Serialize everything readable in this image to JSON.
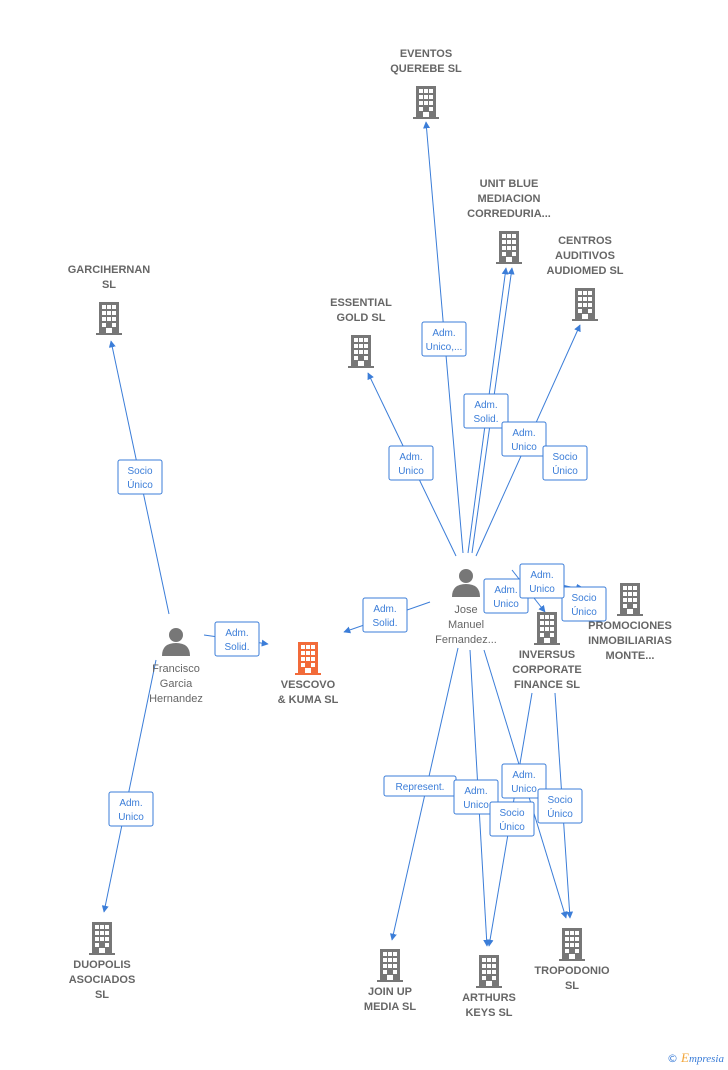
{
  "colors": {
    "edge": "#3b7dd8",
    "node": "#777777",
    "main": "#f26b3a",
    "text": "#666666"
  },
  "nodes": [
    {
      "id": "eventos",
      "type": "company",
      "label": [
        "EVENTOS",
        "QUEREBE  SL"
      ]
    },
    {
      "id": "unitblue",
      "type": "company",
      "label": [
        "UNIT BLUE",
        "MEDIACION",
        "CORREDURIA..."
      ]
    },
    {
      "id": "centros",
      "type": "company",
      "label": [
        "CENTROS",
        "AUDITIVOS",
        "AUDIOMED  SL"
      ]
    },
    {
      "id": "essential",
      "type": "company",
      "label": [
        "ESSENTIAL",
        "GOLD  SL"
      ]
    },
    {
      "id": "garcihernan",
      "type": "company",
      "label": [
        "GARCIHERNAN",
        "SL"
      ]
    },
    {
      "id": "jose",
      "type": "person",
      "label": [
        "Jose",
        "Manuel",
        "Fernandez..."
      ]
    },
    {
      "id": "francisco",
      "type": "person",
      "label": [
        "Francisco",
        "Garcia",
        "Hernandez"
      ]
    },
    {
      "id": "vescovo",
      "type": "main",
      "label": [
        "VESCOVO",
        "& KUMA  SL"
      ]
    },
    {
      "id": "promociones",
      "type": "company",
      "label": [
        "PROMOCIONES",
        "INMOBILIARIAS",
        "MONTE..."
      ]
    },
    {
      "id": "inversus",
      "type": "company",
      "label": [
        "INVERSUS",
        "CORPORATE",
        "FINANCE  SL"
      ]
    },
    {
      "id": "duopolis",
      "type": "company",
      "label": [
        "DUOPOLIS",
        "ASOCIADOS",
        "SL"
      ]
    },
    {
      "id": "joinup",
      "type": "company",
      "label": [
        "JOIN UP",
        "MEDIA  SL"
      ]
    },
    {
      "id": "arthurs",
      "type": "company",
      "label": [
        "ARTHURS",
        "KEYS  SL"
      ]
    },
    {
      "id": "tropodonio",
      "type": "company",
      "label": [
        "TROPODONIO",
        "SL"
      ]
    }
  ],
  "edges": [
    {
      "from": "jose",
      "to": "eventos",
      "label": [
        "Adm.",
        "Unico,..."
      ]
    },
    {
      "from": "jose",
      "to": "unitblue",
      "label": [
        "Adm.",
        "Solid."
      ]
    },
    {
      "from": "jose",
      "to": "unitblue",
      "label": [
        "Adm.",
        "Unico"
      ]
    },
    {
      "from": "jose",
      "to": "centros",
      "label": [
        "Socio",
        "Único"
      ]
    },
    {
      "from": "jose",
      "to": "essential",
      "label": [
        "Adm.",
        "Unico"
      ]
    },
    {
      "from": "francisco",
      "to": "garcihernan",
      "label": [
        "Socio",
        "Único"
      ]
    },
    {
      "from": "jose",
      "to": "vescovo",
      "label": [
        "Adm.",
        "Solid."
      ]
    },
    {
      "from": "francisco",
      "to": "vescovo",
      "label": [
        "Adm.",
        "Solid."
      ]
    },
    {
      "from": "francisco",
      "to": "duopolis",
      "label": [
        "Adm.",
        "Unico"
      ]
    },
    {
      "from": "jose",
      "to": "promociones",
      "label": [
        "Adm.",
        "Unico"
      ]
    },
    {
      "from": "jose",
      "to": "promociones",
      "label": [
        "Socio",
        "Único"
      ]
    },
    {
      "from": "jose",
      "to": "inversus",
      "label": [
        "Adm.",
        "Unico"
      ]
    },
    {
      "from": "jose",
      "to": "joinup",
      "label": [
        "Represent."
      ]
    },
    {
      "from": "jose",
      "to": "arthurs",
      "label": [
        "Adm.",
        "Unico"
      ]
    },
    {
      "from": "inversus",
      "to": "arthurs",
      "label": [
        "Socio",
        "Único"
      ]
    },
    {
      "from": "jose",
      "to": "tropodonio",
      "label": [
        "Adm.",
        "Unico"
      ]
    },
    {
      "from": "inversus",
      "to": "tropodonio",
      "label": [
        "Socio",
        "Único"
      ]
    }
  ],
  "footer": {
    "copyright": "©",
    "brand_first": "E",
    "brand_rest": "mpresia"
  }
}
